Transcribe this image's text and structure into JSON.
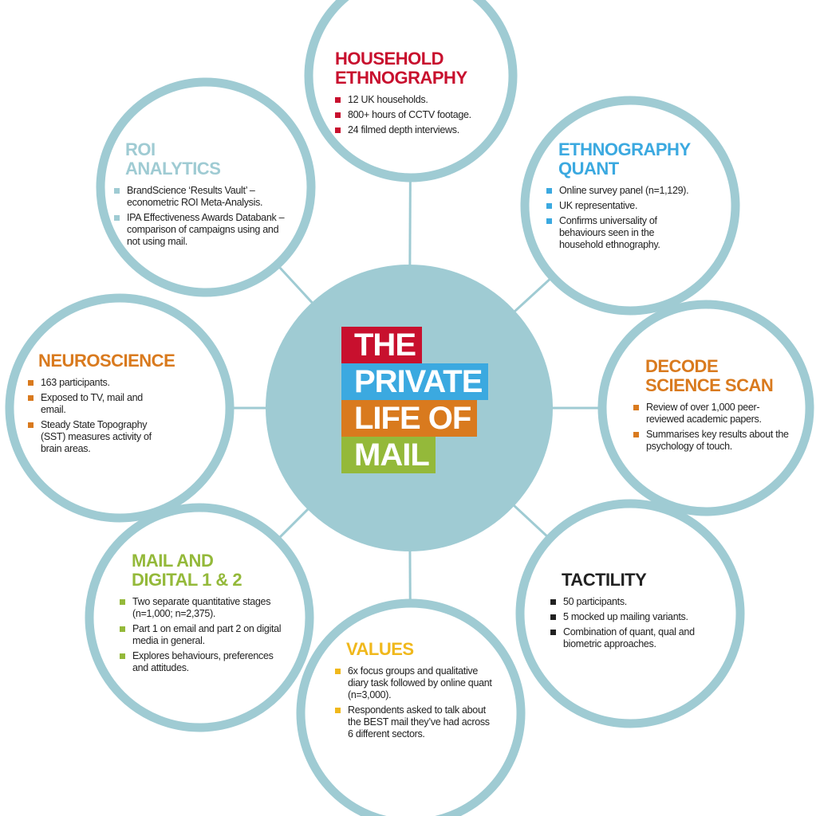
{
  "colors": {
    "ring": "#9fcbd3",
    "red": "#c8102e",
    "blue": "#3ba9e0",
    "orange": "#d97a1e",
    "green": "#94b93a",
    "black": "#222222"
  },
  "center": {
    "lines": [
      "THE",
      "PRIVATE",
      "LIFE OF",
      "MAIL"
    ]
  },
  "nodes": [
    {
      "id": "household",
      "title": [
        "HOUSEHOLD",
        "ETHNOGRAPHY"
      ],
      "color": "red",
      "items": [
        "12 UK households.",
        "800+ hours of CCTV footage.",
        "24 filmed depth interviews."
      ]
    },
    {
      "id": "roi",
      "title": [
        "ROI",
        "ANALYTICS"
      ],
      "color": "ring",
      "items": [
        "BrandScience ‘Results Vault’ – econometric ROI Meta-Analysis.",
        "IPA Effectiveness Awards Databank –  comparison of campaigns using and not using mail."
      ]
    },
    {
      "id": "quant",
      "title": [
        "ETHNOGRAPHY",
        "QUANT"
      ],
      "color": "blue",
      "items": [
        "Online survey panel (n=1,129).",
        "UK representative.",
        "Confirms universality of behaviours seen in the household ethnography."
      ]
    },
    {
      "id": "neuro",
      "title": [
        "NEUROSCIENCE"
      ],
      "color": "orange",
      "items": [
        "163 participants.",
        "Exposed to TV, mail and email.",
        "Steady State Topography (SST) measures activity of brain areas."
      ]
    },
    {
      "id": "decode",
      "title": [
        "DECODE",
        "SCIENCE SCAN"
      ],
      "color": "orange",
      "items": [
        "Review of over 1,000 peer-reviewed academic papers.",
        "Summarises key results about the psychology of touch."
      ]
    },
    {
      "id": "digital",
      "title": [
        "MAIL AND",
        "DIGITAL 1 & 2"
      ],
      "color": "green",
      "items": [
        "Two separate quantitative stages (n=1,000; n=2,375).",
        "Part 1 on email and part 2 on digital media in general.",
        "Explores behaviours, preferences and attitudes."
      ]
    },
    {
      "id": "tactility",
      "title": [
        "TACTILITY"
      ],
      "color": "black",
      "items": [
        "50 participants.",
        "5 mocked up mailing variants.",
        "Combination of quant, qual and biometric approaches."
      ]
    },
    {
      "id": "values",
      "title": [
        "VALUES"
      ],
      "color": "yellow",
      "items": [
        "6x focus groups and qualitative diary task followed by online quant (n=3,000).",
        "Respondents asked to talk about the BEST mail they’ve had across 6 different sectors."
      ]
    }
  ]
}
